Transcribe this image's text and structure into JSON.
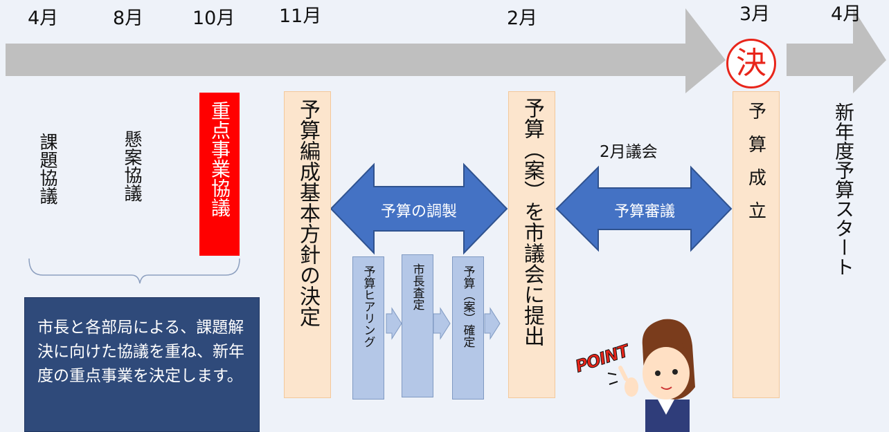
{
  "months": [
    "4月",
    "8月",
    "10月",
    "11月",
    "2月",
    "3月",
    "4月"
  ],
  "timeline": {
    "decision_stamp": "決",
    "colors": {
      "arrow": "#bfbfbf",
      "stamp": "#e8251a"
    }
  },
  "steps": {
    "kadai": "課題協議",
    "kenan": "懸案協議",
    "juten": "重点事業協議",
    "houshin": "予算編成基本方針の決定",
    "teishutsu": "予算（案）を市議会に提出",
    "seiritsu": "予算成立",
    "start": "新年度予算スタート"
  },
  "adjust": {
    "arrow_label": "予算の調製",
    "sub_steps": [
      "予算ヒアリング",
      "市長査定",
      "予算（案）確定"
    ]
  },
  "council": {
    "caption": "2月議会",
    "arrow_label": "予算審議"
  },
  "note": {
    "text": "市長と各部局による、課題解決に向けた協議を重ね、新年度の重点事業を決定します。"
  },
  "mascot": {
    "sign": "POINT"
  },
  "colors": {
    "background": "#eef2f9",
    "phase_box": "#fce5cd",
    "sub_box": "#b4c7e7",
    "blue_arrow": "#4472c4",
    "note_box": "#2f4a7a",
    "highlight": "#ff0000"
  }
}
